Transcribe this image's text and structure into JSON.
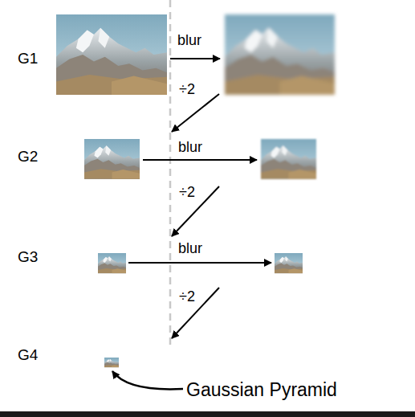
{
  "diagram": {
    "labels": [
      "G1",
      "blur",
      "÷2",
      "G2",
      "blur",
      "÷2",
      "G3",
      "blur",
      "÷2",
      "G4",
      "Gaussian Pyramid"
    ]
  }
}
